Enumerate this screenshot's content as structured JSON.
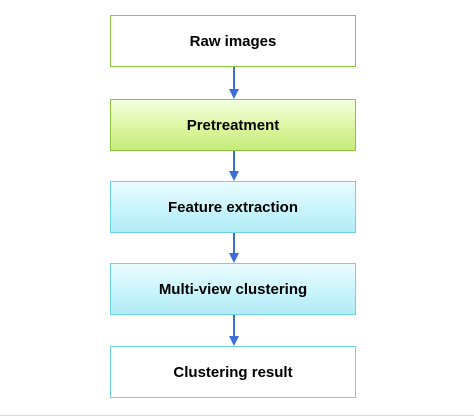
{
  "flowchart": {
    "steps": [
      {
        "label": "Raw images",
        "style": "white-green-border"
      },
      {
        "label": "Pretreatment",
        "style": "green-fill"
      },
      {
        "label": "Feature extraction",
        "style": "cyan-fill"
      },
      {
        "label": "Multi-view clustering",
        "style": "cyan-fill"
      },
      {
        "label": "Clustering result",
        "style": "white-cyan-border"
      }
    ],
    "connections": [
      {
        "from": "Raw images",
        "to": "Pretreatment"
      },
      {
        "from": "Pretreatment",
        "to": "Feature extraction"
      },
      {
        "from": "Feature extraction",
        "to": "Multi-view clustering"
      },
      {
        "from": "Multi-view clustering",
        "to": "Clustering result"
      }
    ],
    "colors": {
      "arrow": "#3a6fd8",
      "green_border": "#8cc63f",
      "cyan_border": "#6fd3e6"
    }
  }
}
